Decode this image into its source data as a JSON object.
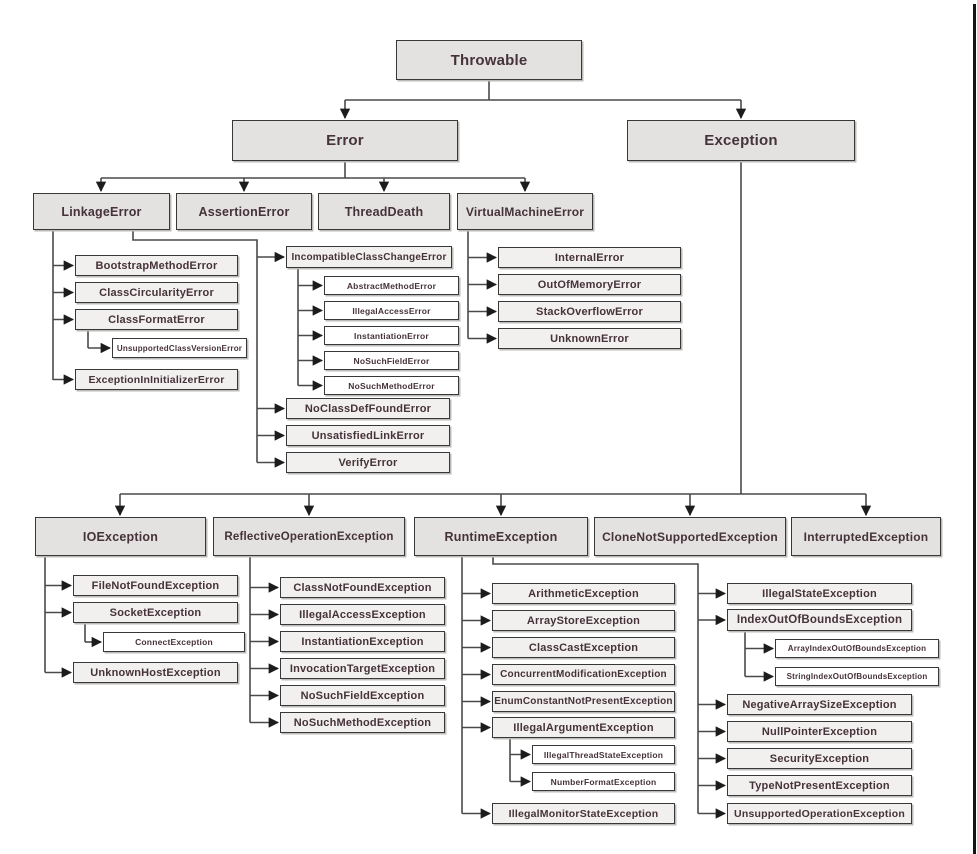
{
  "diagram_type": "class-hierarchy-tree",
  "nodes": {
    "throwable": "Throwable",
    "error": "Error",
    "exception": "Exception",
    "linkage_error": "LinkageError",
    "assertion_error": "AssertionError",
    "thread_death": "ThreadDeath",
    "virtual_machine_error": "VirtualMachineError",
    "bootstrap_method_error": "BootstrapMethodError",
    "class_circularity_error": "ClassCircularityError",
    "class_format_error": "ClassFormatError",
    "unsupported_class_version_error": "UnsupportedClassVersionError",
    "exception_in_initializer_error": "ExceptionInInitializerError",
    "incompatible_class_change_error": "IncompatibleClassChangeError",
    "abstract_method_error": "AbstractMethodError",
    "illegal_access_error": "IllegalAccessError",
    "instantiation_error": "InstantiationError",
    "no_such_field_error": "NoSuchFieldError",
    "no_such_method_error": "NoSuchMethodError",
    "no_class_def_found_error": "NoClassDefFoundError",
    "unsatisfied_link_error": "UnsatisfiedLinkError",
    "verify_error": "VerifyError",
    "internal_error": "InternalError",
    "out_of_memory_error": "OutOfMemoryError",
    "stack_overflow_error": "StackOverflowError",
    "unknown_error": "UnknownError",
    "io_exception": "IOException",
    "reflective_operation_exception": "ReflectiveOperationException",
    "runtime_exception": "RuntimeException",
    "clone_not_supported_exception": "CloneNotSupportedException",
    "interrupted_exception": "InterruptedException",
    "file_not_found_exception": "FileNotFoundException",
    "socket_exception": "SocketException",
    "connect_exception": "ConnectException",
    "unknown_host_exception": "UnknownHostException",
    "class_not_found_exception": "ClassNotFoundException",
    "illegal_access_exception": "IllegalAccessException",
    "instantiation_exception": "InstantiationException",
    "invocation_target_exception": "InvocationTargetException",
    "no_such_field_exception": "NoSuchFieldException",
    "no_such_method_exception": "NoSuchMethodException",
    "arithmetic_exception": "ArithmeticException",
    "array_store_exception": "ArrayStoreException",
    "class_cast_exception": "ClassCastException",
    "concurrent_modification_exception": "ConcurrentModificationException",
    "enum_constant_not_present_exception": "EnumConstantNotPresentException",
    "illegal_argument_exception": "IllegalArgumentException",
    "illegal_thread_state_exception": "IllegalThreadStateException",
    "number_format_exception": "NumberFormatException",
    "illegal_monitor_state_exception": "IllegalMonitorStateException",
    "illegal_state_exception": "IllegalStateException",
    "index_out_of_bounds_exception": "IndexOutOfBoundsException",
    "array_index_out_of_bounds_exception": "ArrayIndexOutOfBoundsException",
    "string_index_out_of_bounds_exception": "StringIndexOutOfBoundsException",
    "negative_array_size_exception": "NegativeArraySizeException",
    "null_pointer_exception": "NullPointerException",
    "security_exception": "SecurityException",
    "type_not_present_exception": "TypeNotPresentException",
    "unsupported_operation_exception": "UnsupportedOperationException"
  },
  "edges": [
    [
      "throwable",
      "error"
    ],
    [
      "throwable",
      "exception"
    ],
    [
      "error",
      "linkage_error"
    ],
    [
      "error",
      "assertion_error"
    ],
    [
      "error",
      "thread_death"
    ],
    [
      "error",
      "virtual_machine_error"
    ],
    [
      "linkage_error",
      "bootstrap_method_error"
    ],
    [
      "linkage_error",
      "class_circularity_error"
    ],
    [
      "linkage_error",
      "class_format_error"
    ],
    [
      "linkage_error",
      "exception_in_initializer_error"
    ],
    [
      "class_format_error",
      "unsupported_class_version_error"
    ],
    [
      "linkage_error",
      "incompatible_class_change_error"
    ],
    [
      "linkage_error",
      "no_class_def_found_error"
    ],
    [
      "linkage_error",
      "unsatisfied_link_error"
    ],
    [
      "linkage_error",
      "verify_error"
    ],
    [
      "incompatible_class_change_error",
      "abstract_method_error"
    ],
    [
      "incompatible_class_change_error",
      "illegal_access_error"
    ],
    [
      "incompatible_class_change_error",
      "instantiation_error"
    ],
    [
      "incompatible_class_change_error",
      "no_such_field_error"
    ],
    [
      "incompatible_class_change_error",
      "no_such_method_error"
    ],
    [
      "virtual_machine_error",
      "internal_error"
    ],
    [
      "virtual_machine_error",
      "out_of_memory_error"
    ],
    [
      "virtual_machine_error",
      "stack_overflow_error"
    ],
    [
      "virtual_machine_error",
      "unknown_error"
    ],
    [
      "exception",
      "io_exception"
    ],
    [
      "exception",
      "reflective_operation_exception"
    ],
    [
      "exception",
      "runtime_exception"
    ],
    [
      "exception",
      "clone_not_supported_exception"
    ],
    [
      "exception",
      "interrupted_exception"
    ],
    [
      "io_exception",
      "file_not_found_exception"
    ],
    [
      "io_exception",
      "socket_exception"
    ],
    [
      "io_exception",
      "unknown_host_exception"
    ],
    [
      "socket_exception",
      "connect_exception"
    ],
    [
      "reflective_operation_exception",
      "class_not_found_exception"
    ],
    [
      "reflective_operation_exception",
      "illegal_access_exception"
    ],
    [
      "reflective_operation_exception",
      "instantiation_exception"
    ],
    [
      "reflective_operation_exception",
      "invocation_target_exception"
    ],
    [
      "reflective_operation_exception",
      "no_such_field_exception"
    ],
    [
      "reflective_operation_exception",
      "no_such_method_exception"
    ],
    [
      "runtime_exception",
      "arithmetic_exception"
    ],
    [
      "runtime_exception",
      "array_store_exception"
    ],
    [
      "runtime_exception",
      "class_cast_exception"
    ],
    [
      "runtime_exception",
      "concurrent_modification_exception"
    ],
    [
      "runtime_exception",
      "enum_constant_not_present_exception"
    ],
    [
      "runtime_exception",
      "illegal_argument_exception"
    ],
    [
      "runtime_exception",
      "illegal_monitor_state_exception"
    ],
    [
      "illegal_argument_exception",
      "illegal_thread_state_exception"
    ],
    [
      "illegal_argument_exception",
      "number_format_exception"
    ],
    [
      "runtime_exception",
      "illegal_state_exception"
    ],
    [
      "runtime_exception",
      "index_out_of_bounds_exception"
    ],
    [
      "runtime_exception",
      "negative_array_size_exception"
    ],
    [
      "runtime_exception",
      "null_pointer_exception"
    ],
    [
      "runtime_exception",
      "security_exception"
    ],
    [
      "runtime_exception",
      "type_not_present_exception"
    ],
    [
      "runtime_exception",
      "unsupported_operation_exception"
    ],
    [
      "index_out_of_bounds_exception",
      "array_index_out_of_bounds_exception"
    ],
    [
      "index_out_of_bounds_exception",
      "string_index_out_of_bounds_exception"
    ]
  ],
  "colors": {
    "background": "#ffffff",
    "box_fill_dark": "#e3e2e0",
    "box_fill_light": "#f1f0ee",
    "box_fill_white": "#ffffff",
    "box_border": "#383838",
    "box_shadow": "#bdbbb8",
    "line": "#4a4a4a",
    "arrow": "#1c1c1c",
    "text": "#46323a",
    "page_border": "#141414"
  }
}
